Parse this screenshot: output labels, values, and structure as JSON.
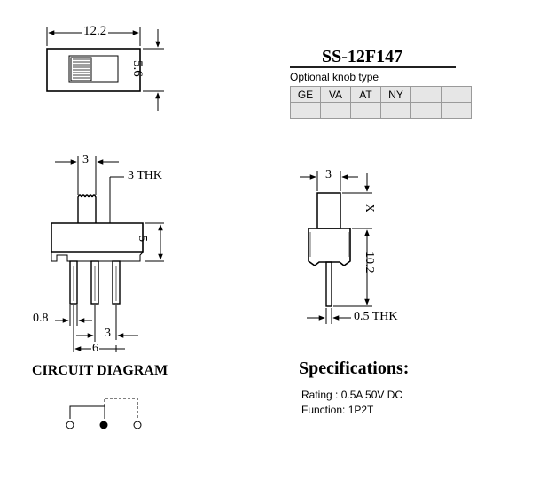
{
  "model": "SS-12F147",
  "knob_types": {
    "caption": "Optional knob type",
    "options": [
      "GE",
      "VA",
      "AT",
      "NY",
      "",
      ""
    ]
  },
  "dimensions": {
    "top_length": "12.2",
    "top_height": "5.6",
    "front_actuator_width": "3",
    "front_thickness": "3 THK",
    "front_body_height": "5",
    "front_pin_width": "0.8",
    "front_pin_pitch": "3",
    "front_pin_span": "6",
    "side_actuator_width": "3",
    "side_actuator_travel": "X",
    "side_height": "10.2",
    "side_thickness": "0.5 THK"
  },
  "circuit": {
    "heading": "CIRCUIT DIAGRAM"
  },
  "specifications": {
    "heading": "Specifications:",
    "rating": "Rating : 0.5A 50V DC",
    "function": "Function: 1P2T"
  }
}
